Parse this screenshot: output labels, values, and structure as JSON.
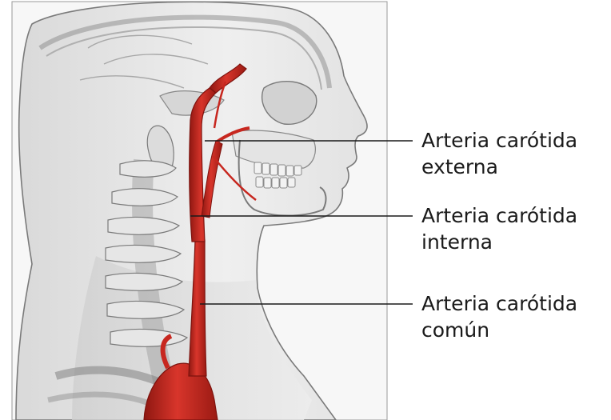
{
  "labels": [
    {
      "line1": "Arteria carótida",
      "line2": "externa"
    },
    {
      "line1": "Arteria carótida",
      "line2": "interna"
    },
    {
      "line1": "Arteria carótida",
      "line2": "común"
    }
  ],
  "colors": {
    "artery": "#c7271f",
    "artery_dark": "#8e1711",
    "bone": "#e8e8e8",
    "skin": "#ececec",
    "outline": "#6a6a6a",
    "label_text": "#1a1a1a",
    "leader_line": "#1a1a1a"
  },
  "icons": {
    "illustration": "head-neck-carotid-anatomy"
  }
}
